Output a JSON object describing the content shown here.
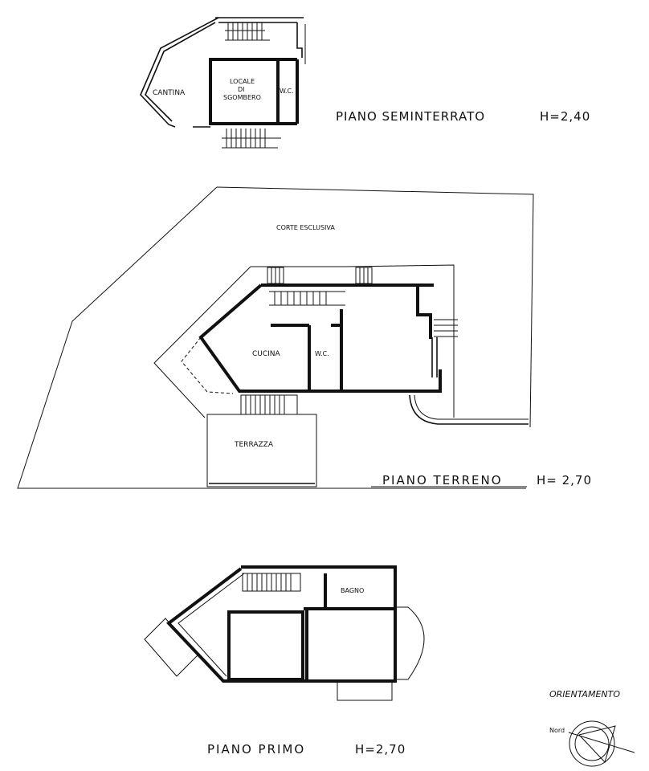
{
  "document": {
    "type": "architectural floor plan",
    "floors": [
      {
        "id": "seminterrato",
        "title": "PIANO SEMINTERRATO",
        "height_label": "H=2,40",
        "rooms": [
          {
            "name": "CANTINA"
          },
          {
            "name": "LOCALE DI SGOMBERO",
            "lines": [
              "LOCALE",
              "DI",
              "SGOMBERO"
            ]
          },
          {
            "name": "W.C."
          }
        ]
      },
      {
        "id": "terreno",
        "title": "PIANO TERRENO",
        "height_label": "H= 2,70",
        "area_label": "CORTE ESCLUSIVA",
        "rooms": [
          {
            "name": "CUCINA"
          },
          {
            "name": "W.C."
          },
          {
            "name": "TERRAZZA"
          }
        ]
      },
      {
        "id": "primo",
        "title": "PIANO PRIMO",
        "height_label": "H=2,70",
        "rooms": [
          {
            "name": "BAGNO"
          }
        ]
      }
    ],
    "orientation": {
      "title": "ORIENTAMENTO",
      "north_label": "Nord"
    }
  }
}
